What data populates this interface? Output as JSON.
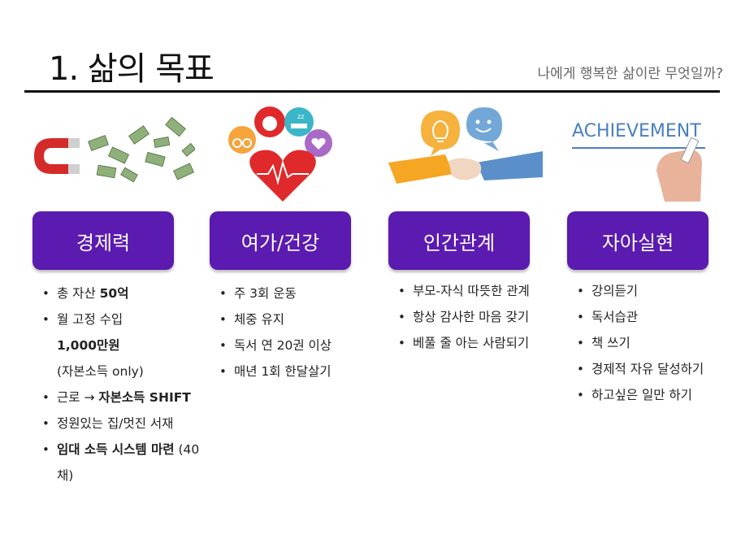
{
  "header": {
    "title": "1. 삶의 목표",
    "subtitle": "나에게 행복한 삶이란 무엇일까?"
  },
  "columns": [
    {
      "badge": "경제력",
      "items": [
        [
          "총 자산 ",
          "50억"
        ],
        [
          "월 고정 수입 ",
          "1,000만원",
          " (자본소득 only)"
        ],
        [
          "근로 → ",
          "자본소득 SHIFT",
          ""
        ],
        [
          "정원있는 집/멋진 서재",
          "",
          ""
        ],
        [
          "",
          "임대 소득 시스템 마련",
          " (40채)"
        ]
      ]
    },
    {
      "badge": "여가/건강",
      "items": [
        "주 3회 운동",
        "체중 유지",
        "독서 연 20권 이상",
        "매년 1회 한달살기"
      ]
    },
    {
      "badge": "인간관계",
      "items": [
        "부모-자식 따뜻한 관계",
        "항상 감사한 마음 갖기",
        "베풀 줄 아는 사람되기"
      ]
    },
    {
      "badge": "자아실현",
      "achievement_text": "ACHIEVEMENT",
      "items": [
        "강의듣기",
        "독서습관",
        "책 쓰기",
        "경제적 자유 달성하기",
        "하고싶은 일만 하기"
      ]
    }
  ],
  "colors": {
    "badge": "#5b1ab0",
    "heart": "#e0292b",
    "money": "#7aa26a",
    "magnet": "#d42a2a",
    "hand_left": "#f5a623",
    "hand_right": "#5b8fc9",
    "bulb_bubble": "#f6b23d",
    "face_bubble": "#73a7d8",
    "achievement": "#4a7fc0"
  },
  "icons": {
    "col1": "magnet-money-icon",
    "col2": "health-heart-icon",
    "col3": "handshake-icon",
    "col4": "achievement-hand-icon"
  }
}
